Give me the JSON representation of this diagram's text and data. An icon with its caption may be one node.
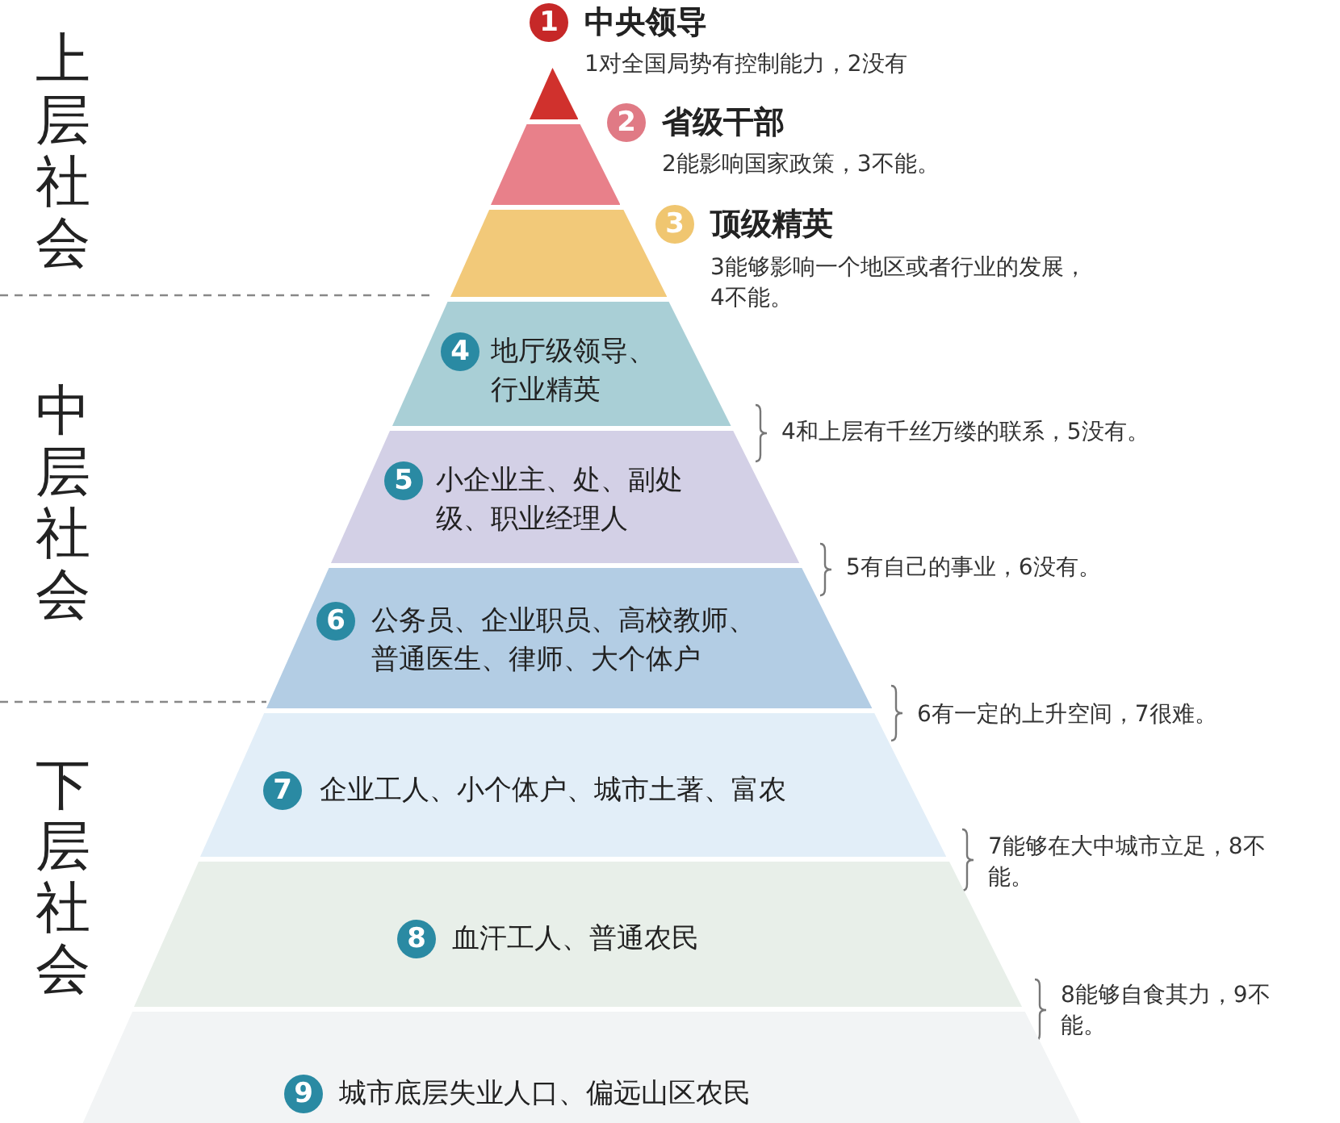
{
  "diagram": {
    "nodes": [
      {
        "text": [
          "1",
          "中央领导"
        ],
        "beside": [
          "1对全国局势有控制能力，2没有"
        ]
      },
      {
        "text": [
          "2",
          "省级干部"
        ],
        "beside": [
          "2能影响国家政策，3不能。"
        ]
      },
      {
        "text": [
          "3",
          "顶级精英"
        ]
      },
      {
        "text": [
          "4",
          "地厅级领导、行业精英"
        ]
      },
      {
        "text": [
          "5",
          "小企业主、处、副处级、职业经理人"
        ]
      },
      {
        "text": [
          "6",
          "公务员、企业职员、高校教师、普通医生、律师、大个体户"
        ]
      },
      {
        "text": [
          "7",
          "企业工人、小个体户、城市土著、富农"
        ]
      },
      {
        "text": [
          "8",
          "血汗工人、普通农民"
        ]
      },
      {
        "text": [
          "9",
          "城市底层失业人口、偏远山区农民"
        ]
      }
    ],
    "labels": [
      "上层社会",
      "3能够影响一个地区或者行业的发展，4不能。",
      "中层社会",
      "4和上层有千丝万缕的联系，5没有。",
      "5有自己的事业，6没有。",
      "6有一定的上升空间，7很难。",
      "下层社会",
      "7能够在大中城市立足，8不能。",
      "8能够自食其力，9不能。"
    ]
  }
}
